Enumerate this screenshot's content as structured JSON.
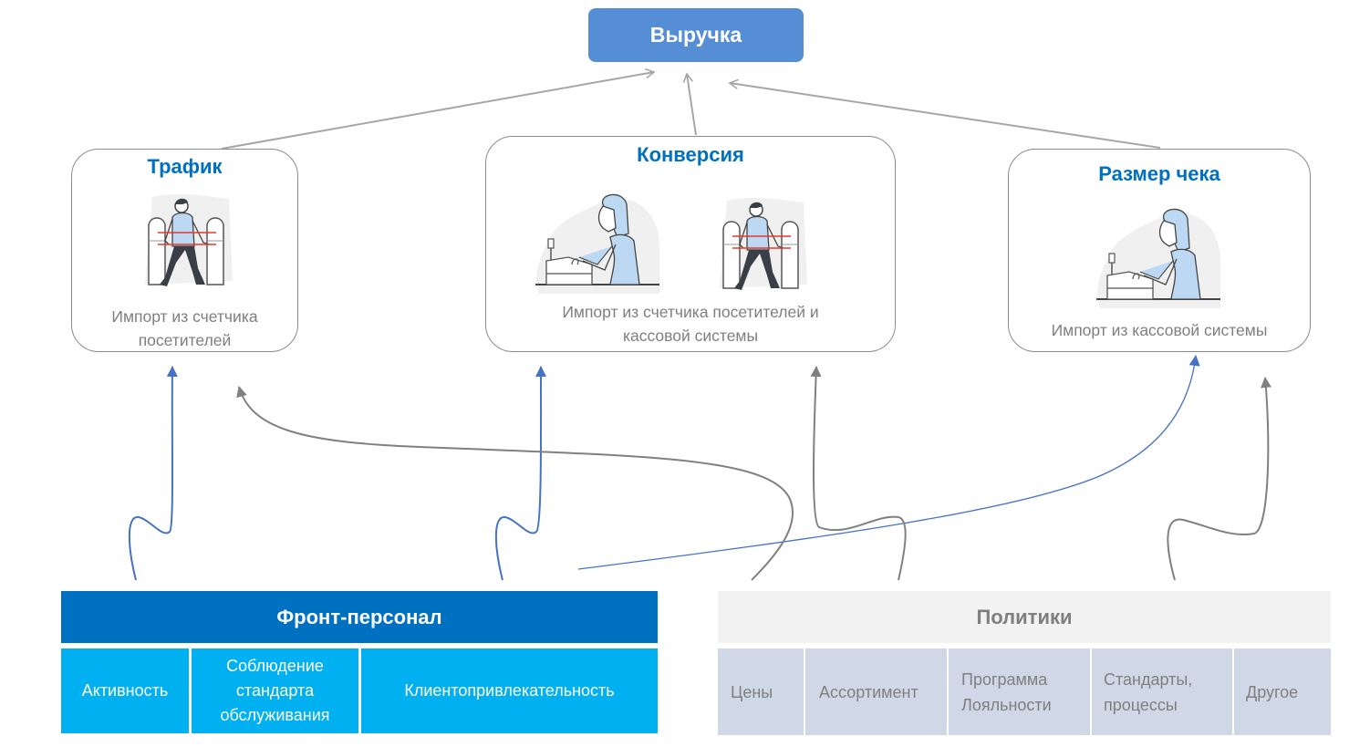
{
  "revenue": {
    "label": "Выручка"
  },
  "metrics": [
    {
      "id": "traffic",
      "title": "Трафик",
      "description": "Импорт из счетчика посетителей",
      "illustrations": [
        "turnstile-visitor-counter-icon"
      ]
    },
    {
      "id": "conversion",
      "title": "Конверсия",
      "description": "Импорт из счетчика посетителей и кассовой системы",
      "illustrations": [
        "cashier-register-icon",
        "turnstile-visitor-counter-icon"
      ]
    },
    {
      "id": "check",
      "title": "Размер чека",
      "description": "Импорт из кассовой системы",
      "illustrations": [
        "cashier-register-icon"
      ]
    }
  ],
  "front_staff": {
    "title": "Фронт-персонал",
    "items": [
      {
        "label": "Активность"
      },
      {
        "label": "Соблюдение стандарта обслуживания"
      },
      {
        "label": "Клиентопривлекательность"
      }
    ]
  },
  "policies": {
    "title": "Политики",
    "items": [
      {
        "label": "Цены"
      },
      {
        "label": "Ассортимент"
      },
      {
        "label": "Программа Лояльности"
      },
      {
        "label": "Стандарты, процессы"
      },
      {
        "label": "Другое"
      }
    ]
  },
  "colors": {
    "revenue_box": "#558ed5",
    "metric_title": "#0070c0",
    "front_header": "#0070c0",
    "front_cells": "#00b0f0",
    "policy_header": "#f2f2f2",
    "policy_cells": "#d0d8e8",
    "front_arrows": "#4472c4",
    "policy_arrows": "#808080",
    "revenue_arrows": "#a6a6a6"
  },
  "connections": [
    {
      "from": "Трафик",
      "to": "Выручка"
    },
    {
      "from": "Конверсия",
      "to": "Выручка"
    },
    {
      "from": "Размер чека",
      "to": "Выручка"
    },
    {
      "from": "Фронт-персонал",
      "to": "Трафик"
    },
    {
      "from": "Фронт-персонал",
      "to": "Конверсия"
    },
    {
      "from": "Фронт-персонал",
      "to": "Размер чека"
    },
    {
      "from": "Политики",
      "to": "Трафик"
    },
    {
      "from": "Политики",
      "to": "Конверсия"
    },
    {
      "from": "Политики",
      "to": "Размер чека"
    }
  ]
}
